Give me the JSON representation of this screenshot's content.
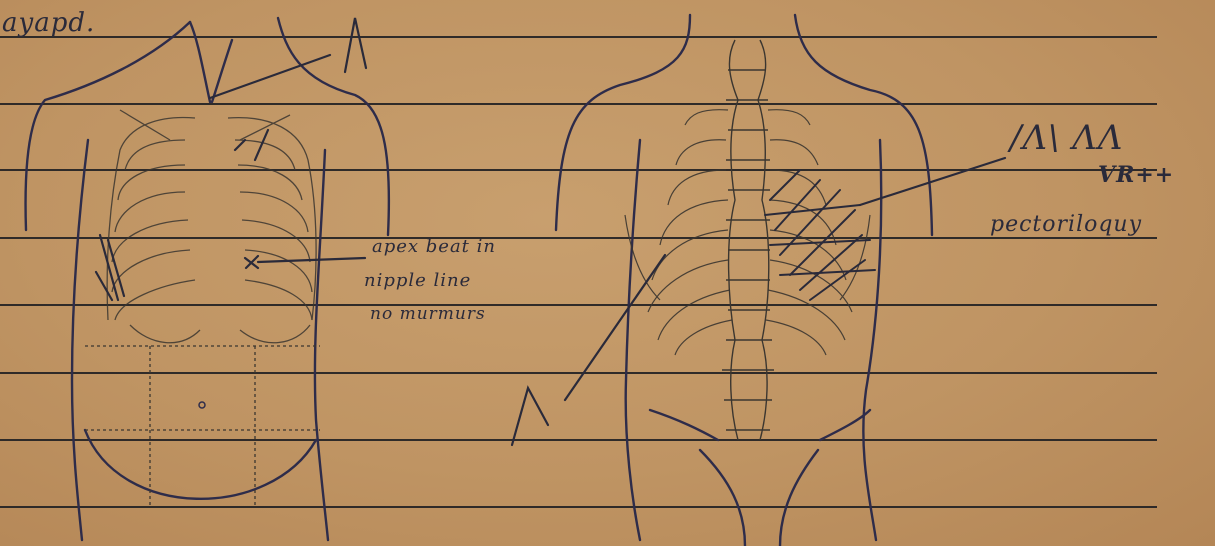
{
  "document": {
    "header_fragment": "ayapd.",
    "front_view": {
      "top_mark": "Λ .",
      "annotation": [
        "apex beat in",
        "nipple line",
        "no murmurs"
      ]
    },
    "back_view": {
      "mark_lower": "Λ",
      "annotation_symbols": "/Λ\\ ΛΛ",
      "annotation_code": "VR++",
      "annotation_word": "pectoriloquy"
    }
  },
  "colors": {
    "paper": "#bf9463",
    "ink": "#2a2a3a",
    "rule": "#1f1f22",
    "pencil": "#3b3630"
  }
}
